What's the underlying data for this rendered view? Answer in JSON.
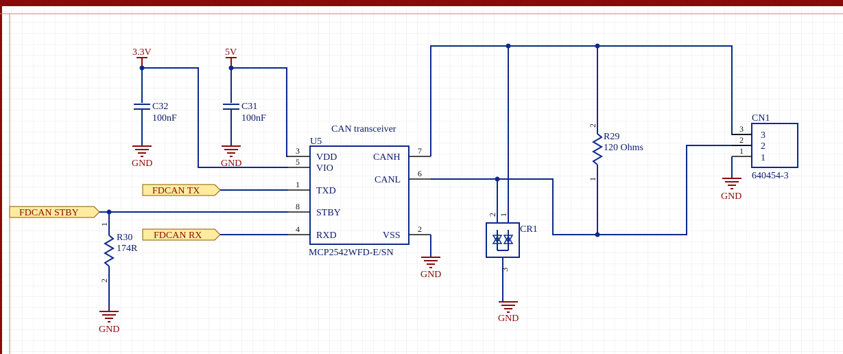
{
  "colors": {
    "wire": "#0b2a8a",
    "power": "#8b0a0a",
    "port_fill": "#ffec9e",
    "port_stroke": "#8b5a00",
    "sheet_border": "#8b0a0a",
    "grid": "#ece8ea"
  },
  "power": {
    "v33": "3.3V",
    "v5": "5V",
    "gnd": "GND"
  },
  "caps": {
    "c32": {
      "ref": "C32",
      "value": "100nF"
    },
    "c31": {
      "ref": "C31",
      "value": "100nF"
    }
  },
  "u5": {
    "title": "CAN transceiver",
    "ref": "U5",
    "part": "MCP2542WFD-E/SN",
    "left_pins": [
      {
        "num": "3",
        "name": "VDD"
      },
      {
        "num": "5",
        "name": "VIO"
      },
      {
        "num": "1",
        "name": "TXD"
      },
      {
        "num": "8",
        "name": "STBY"
      },
      {
        "num": "4",
        "name": "RXD"
      }
    ],
    "right_pins": [
      {
        "num": "7",
        "name": "CANH"
      },
      {
        "num": "6",
        "name": "CANL"
      },
      {
        "num": "2",
        "name": "VSS"
      }
    ]
  },
  "ports": {
    "tx": "FDCAN TX",
    "stby": "FDCAN STBY",
    "rx": "FDCAN RX"
  },
  "r30": {
    "ref": "R30",
    "value": "174R",
    "pin1": "1",
    "pin2": "2"
  },
  "r29": {
    "ref": "R29",
    "value": "120 Ohms",
    "pin1": "1",
    "pin2": "2"
  },
  "cr1": {
    "ref": "CR1",
    "pin1": "1",
    "pin2": "2",
    "pin3": "3"
  },
  "cn1": {
    "ref": "CN1",
    "part": "640454-3",
    "pins": [
      "3",
      "2",
      "1"
    ]
  }
}
